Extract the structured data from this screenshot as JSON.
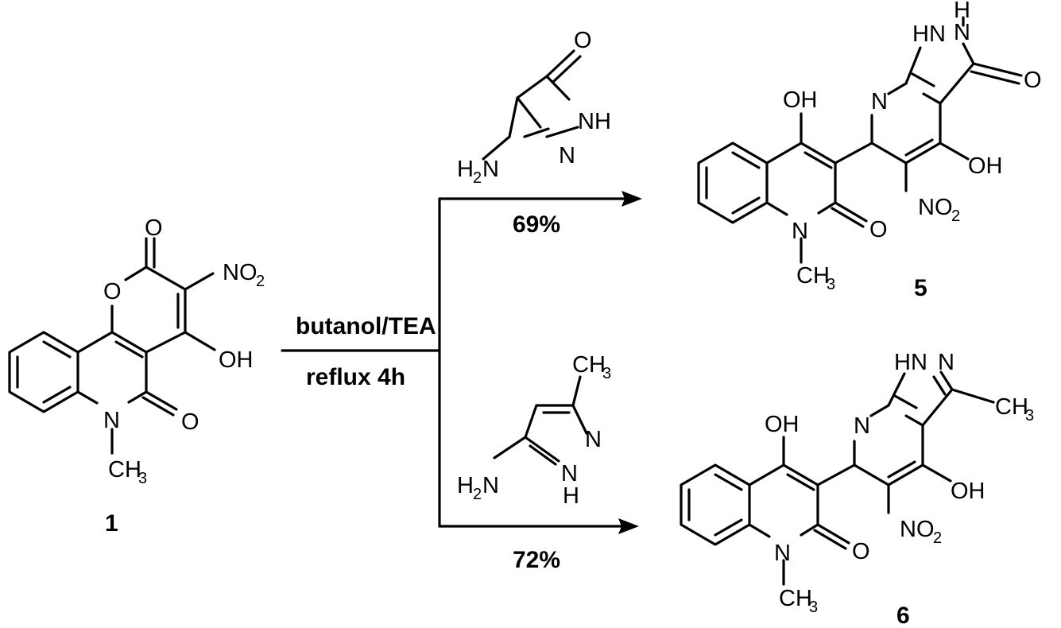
{
  "conditions": {
    "solvent": "butanol/TEA",
    "time": "reflux 4h"
  },
  "yields": {
    "top": "69%",
    "bottom": "72%"
  },
  "compound_labels": {
    "start": "1",
    "product_top": "5",
    "product_bottom": "6"
  },
  "atoms": {
    "O": "O",
    "N": "N",
    "NH": "NH",
    "HN": "HN",
    "H": "H",
    "OH": "OH",
    "NO": "NO",
    "CH": "CH",
    "H2N_H": "H",
    "H2N_N": "N",
    "sub2": "2",
    "sub3": "3"
  }
}
